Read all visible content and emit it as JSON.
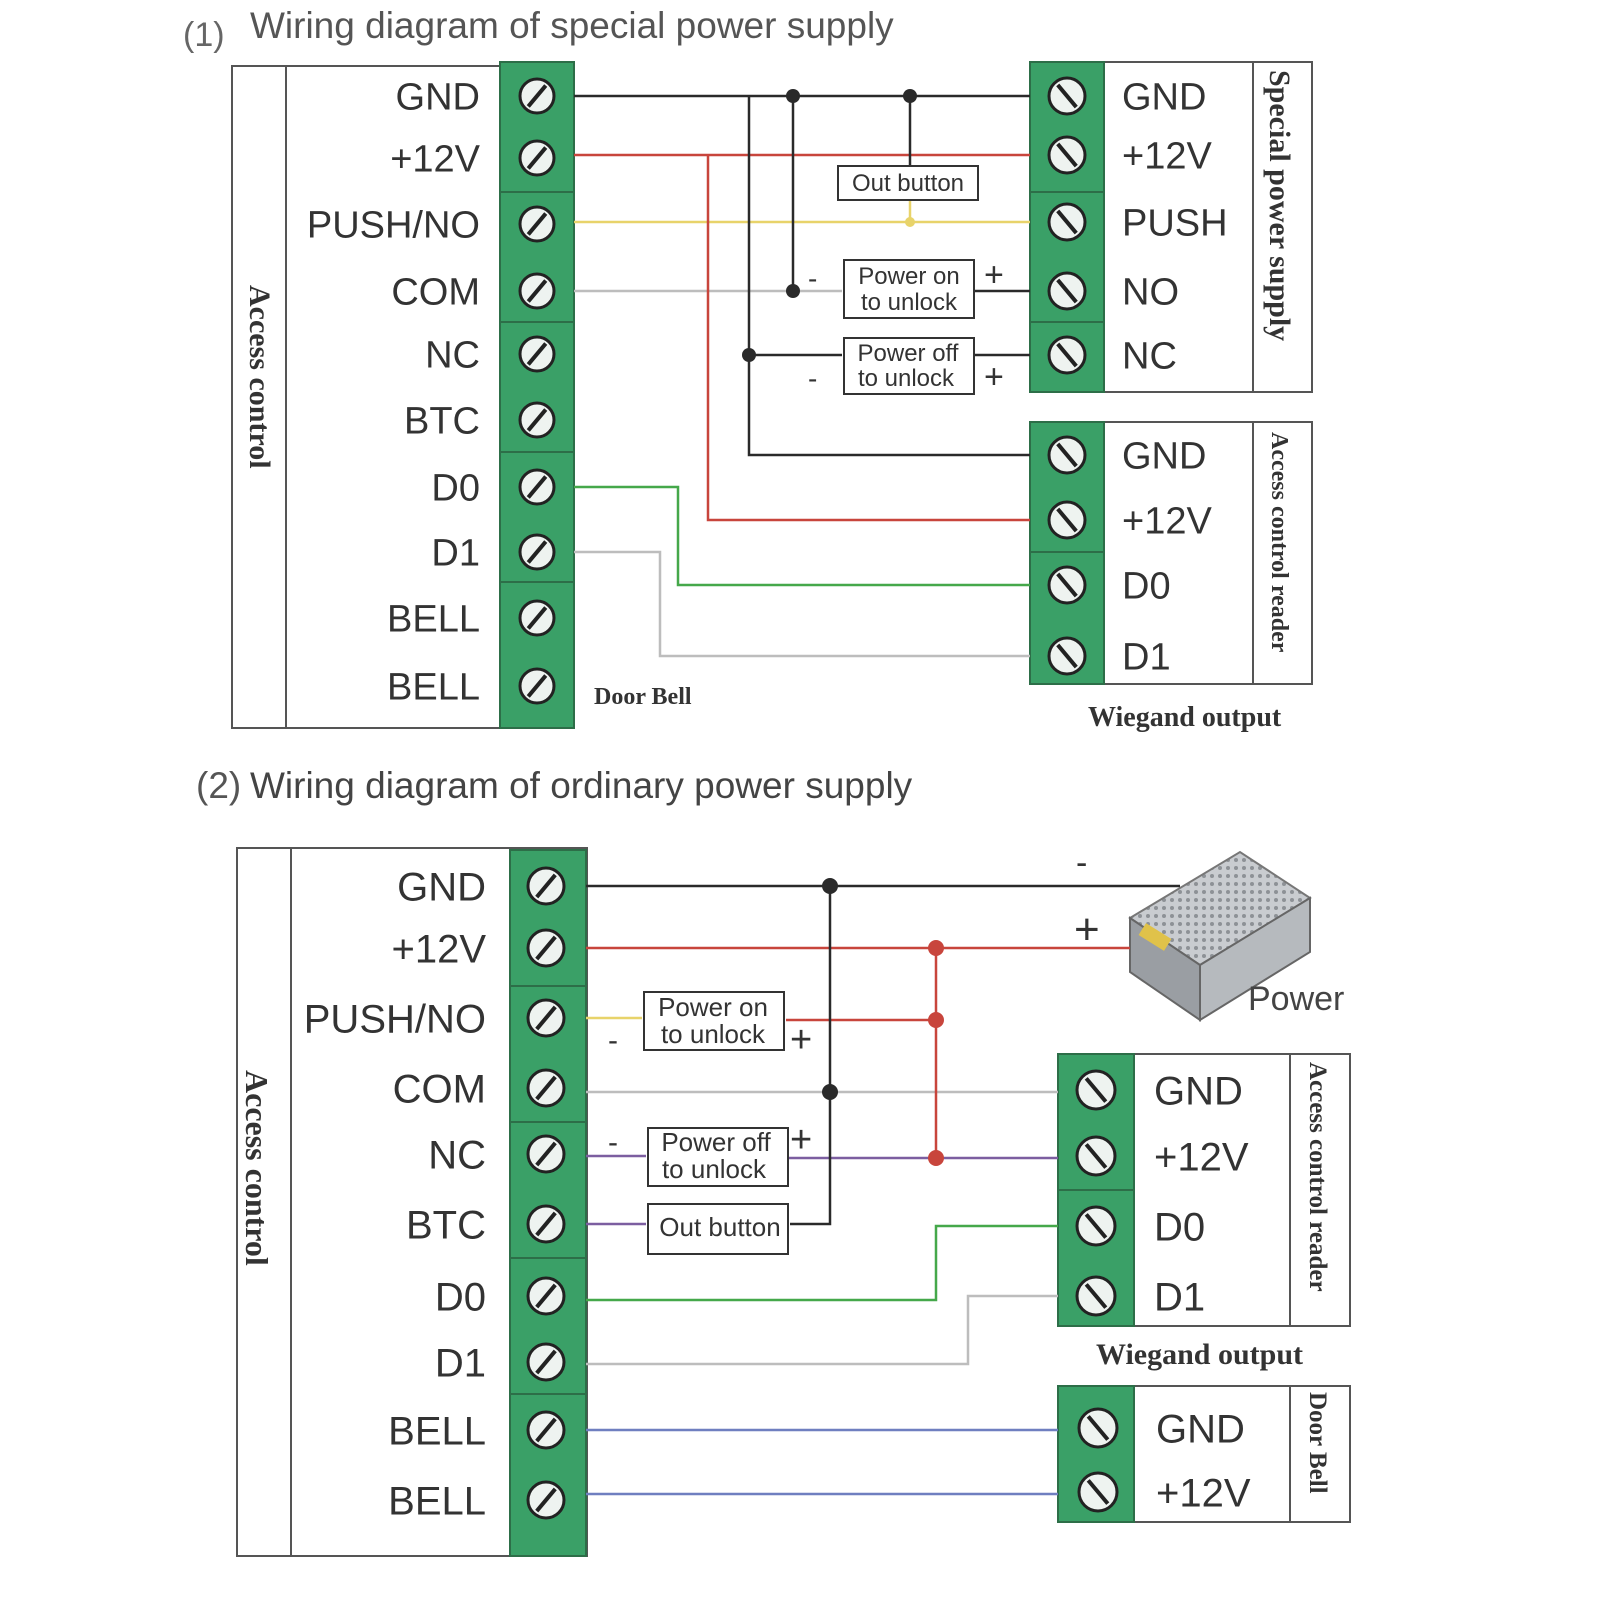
{
  "colors": {
    "terminal_green": "#3aa067",
    "wire_black": "#2a2a2a",
    "wire_red": "#c8453c",
    "wire_yellow": "#e8d36a",
    "wire_green": "#45a84a",
    "wire_gray": "#bdbdbd",
    "wire_purple": "#7c5ea0",
    "wire_blue": "#6f7fc0",
    "frame": "#555555"
  },
  "diagram1": {
    "title_num": "(1)",
    "title": "Wiring diagram of special power supply",
    "access_control_label": "Access control",
    "terminals": [
      "GND",
      "+12V",
      "PUSH/NO",
      "COM",
      "NC",
      "BTC",
      "D0",
      "D1",
      "BELL",
      "BELL"
    ],
    "special_power": {
      "label": "Special power supply",
      "terminals": [
        "GND",
        "+12V",
        "PUSH",
        "NO",
        "NC"
      ]
    },
    "reader": {
      "label": "Access control reader",
      "terminals": [
        "GND",
        "+12V",
        "D0",
        "D1"
      ]
    },
    "out_button": "Out button",
    "power_on_line1": "Power on",
    "power_on_line2": "to unlock",
    "power_off_line1": "Power off",
    "power_off_line2": "to unlock",
    "minus": "-",
    "plus": "+",
    "door_bell": "Door Bell",
    "wiegand_output": "Wiegand output"
  },
  "diagram2": {
    "title_num": "(2)",
    "title": "Wiring diagram of ordinary power supply",
    "access_control_label": "Access control",
    "terminals": [
      "GND",
      "+12V",
      "PUSH/NO",
      "COM",
      "NC",
      "BTC",
      "D0",
      "D1",
      "BELL",
      "BELL"
    ],
    "power_label": "Power",
    "minus": "-",
    "plus": "+",
    "power_on_line1": "Power on",
    "power_on_line2": "to unlock",
    "power_off_line1": "Power off",
    "power_off_line2": "to unlock",
    "out_button": "Out button",
    "reader": {
      "label": "Access control reader",
      "terminals": [
        "GND",
        "+12V",
        "D0",
        "D1"
      ]
    },
    "wiegand_output": "Wiegand output",
    "door_bell_block": {
      "label": "Door Bell",
      "terminals": [
        "GND",
        "+12V"
      ]
    }
  }
}
